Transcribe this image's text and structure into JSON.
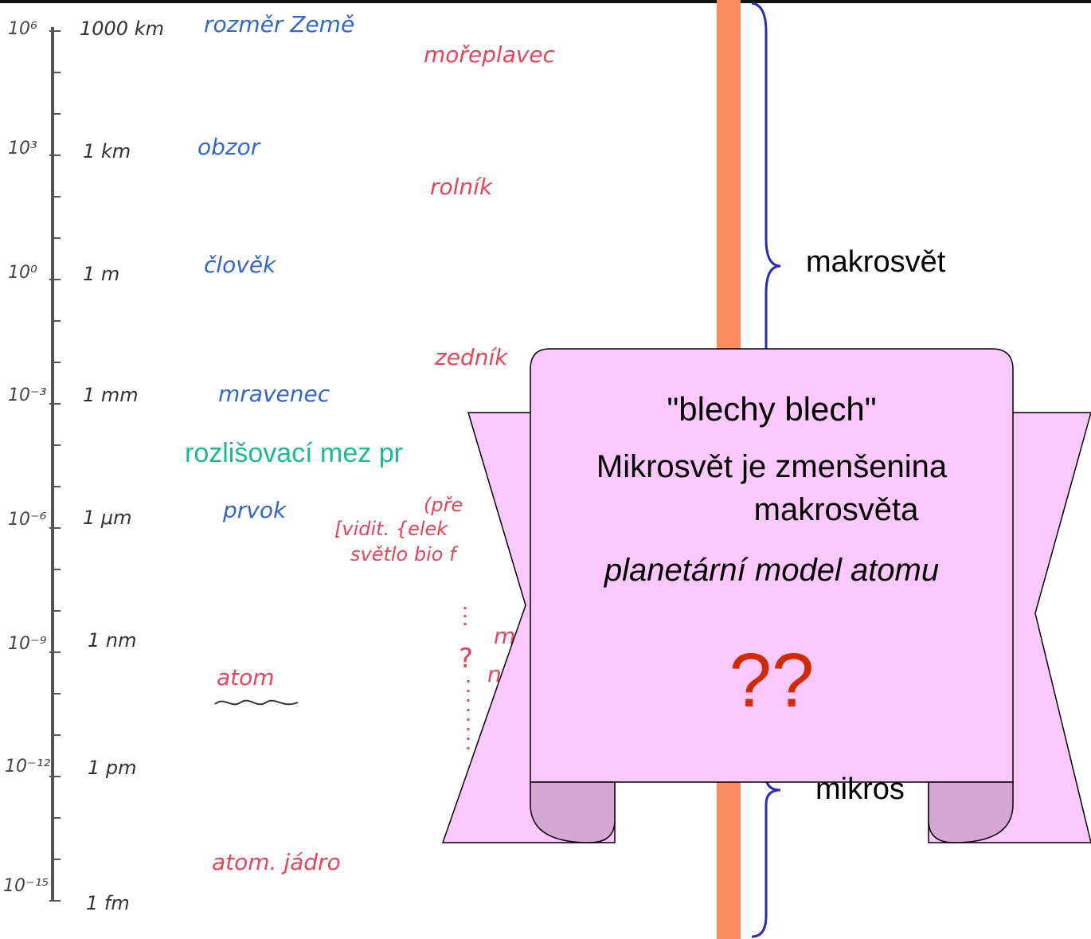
{
  "scale": {
    "ticks": [
      {
        "exp": "10⁶",
        "unit": "1000 km",
        "object": "rozměr Země"
      },
      {
        "exp": "10³",
        "unit": "1 km",
        "object": "obzor"
      },
      {
        "exp": "10⁰",
        "unit": "1 m",
        "object": "člověk"
      },
      {
        "exp": "10⁻³",
        "unit": "1 mm",
        "object": "mravenec"
      },
      {
        "exp": "10⁻⁶",
        "unit": "1 μm",
        "object": "prvok"
      },
      {
        "exp": "10⁻⁹",
        "unit": "1 nm",
        "object": ""
      },
      {
        "exp": "10⁻¹²",
        "unit": "1 pm",
        "object": ""
      },
      {
        "exp": "10⁻¹⁵",
        "unit": "1 fm",
        "object": "atom. jádro"
      }
    ],
    "atom_label": "atom"
  },
  "red_notes": {
    "n1": "mořeplavec",
    "n2": "rolník",
    "n3": "zedník",
    "n4": "(pře",
    "n5": "[vidit. {elek",
    "n6": "světlo bio f",
    "n7": "m",
    "n8": "n"
  },
  "limit_label": "rozlišovací mez pr",
  "regions": {
    "macro": "makrosvět",
    "micro": "mikros"
  },
  "scroll": {
    "line1": "\"blechy blech\"",
    "line2": "Mikrosvět je zmenšenina",
    "line3": "makrosvěta",
    "line4": "planetární model atomu",
    "question": "??"
  },
  "colors": {
    "orange_bar": "#fb8c62",
    "brace": "#2a2ab8",
    "scroll_fill": "#fac8fa",
    "scroll_fold": "#d4a7d4",
    "limit_green": "#1db990",
    "question_red": "#d22a00"
  }
}
